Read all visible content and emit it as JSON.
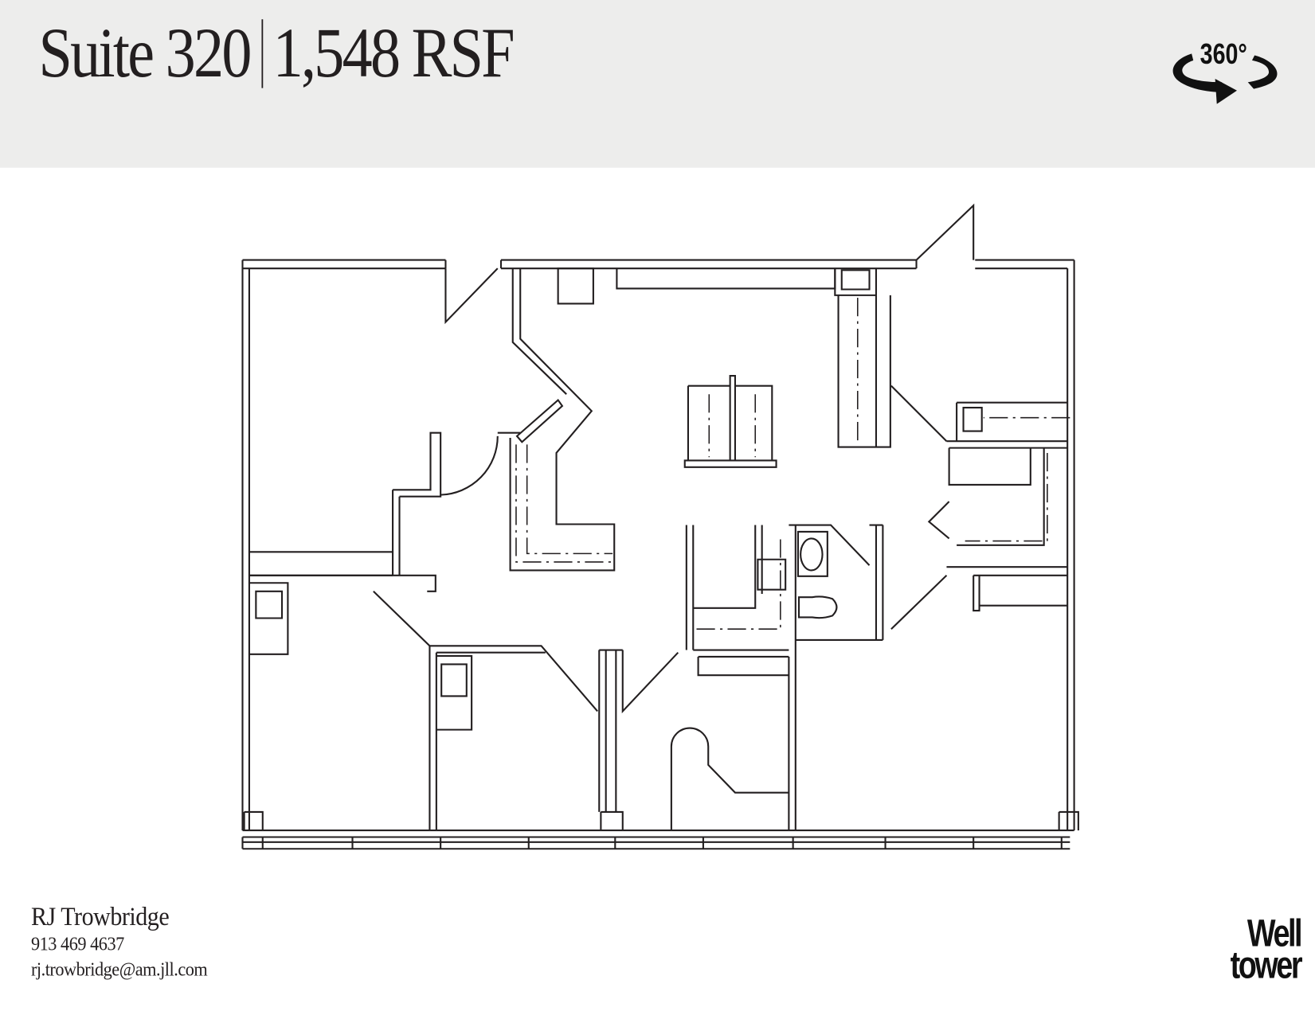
{
  "header": {
    "suite": "Suite 320",
    "area": "1,548 RSF",
    "tour_icon": "360-rotation-icon",
    "tour_label": "360°",
    "background": "#ededec"
  },
  "floorplan": {
    "line_color": "#231f20"
  },
  "contact": {
    "name": "RJ Trowbridge",
    "phone": "913 469 4637",
    "email": "rj.trowbridge@am.jll.com"
  },
  "logo": {
    "line1": "Well",
    "line2": "tower"
  }
}
